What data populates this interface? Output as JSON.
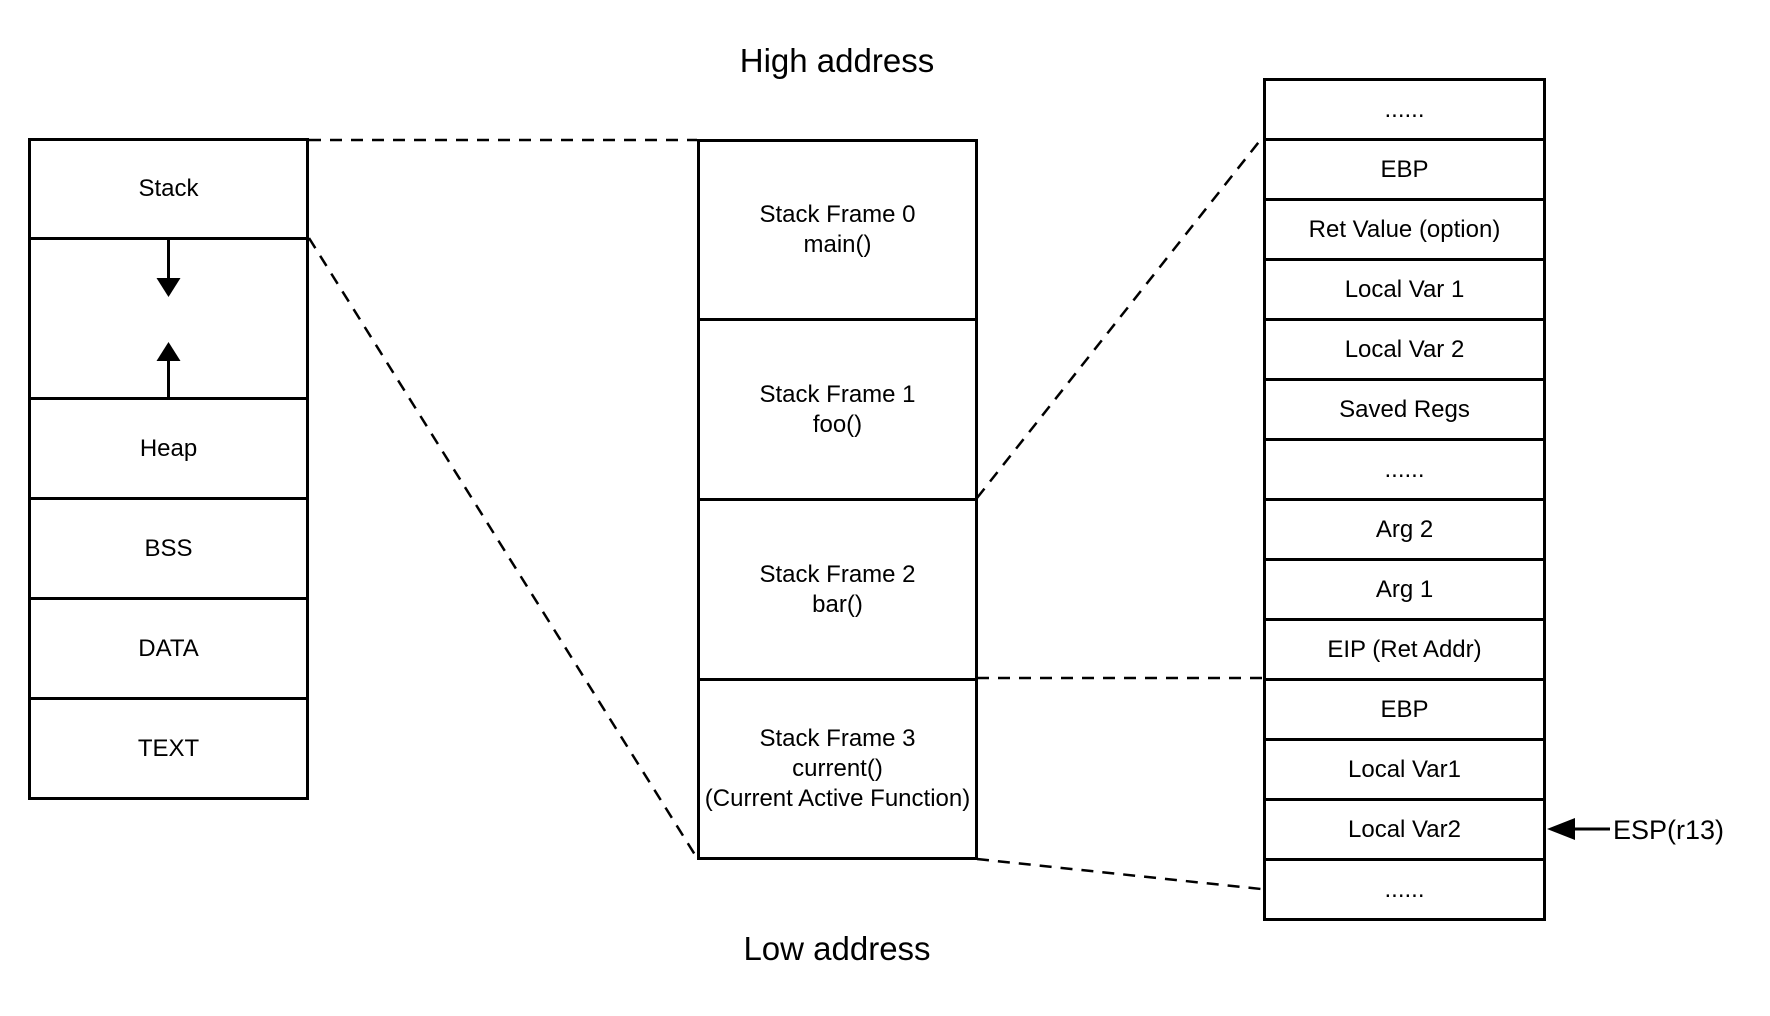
{
  "labels": {
    "high_address": "High address",
    "low_address": "Low address",
    "esp_pointer": "ESP(r13)"
  },
  "memory_layout": {
    "stack": "Stack",
    "heap": "Heap",
    "bss": "BSS",
    "data": "DATA",
    "text": "TEXT"
  },
  "stack_frames": [
    {
      "line1": "Stack Frame 0",
      "line2": "main()"
    },
    {
      "line1": "Stack Frame 1",
      "line2": "foo()"
    },
    {
      "line1": "Stack Frame 2",
      "line2": "bar()"
    },
    {
      "line1": "Stack Frame 3",
      "line2": "current()",
      "line3": "(Current Active Function)"
    }
  ],
  "frame_detail": {
    "rows": [
      "......",
      "EBP",
      "Ret Value (option)",
      "Local Var 1",
      "Local Var 2",
      "Saved Regs",
      "......",
      "Arg 2",
      "Arg 1",
      "EIP (Ret Addr)",
      "EBP",
      "Local Var1",
      "Local Var2",
      "......"
    ]
  },
  "colors": {
    "line": "#000000",
    "background": "#ffffff",
    "text": "#000000"
  }
}
